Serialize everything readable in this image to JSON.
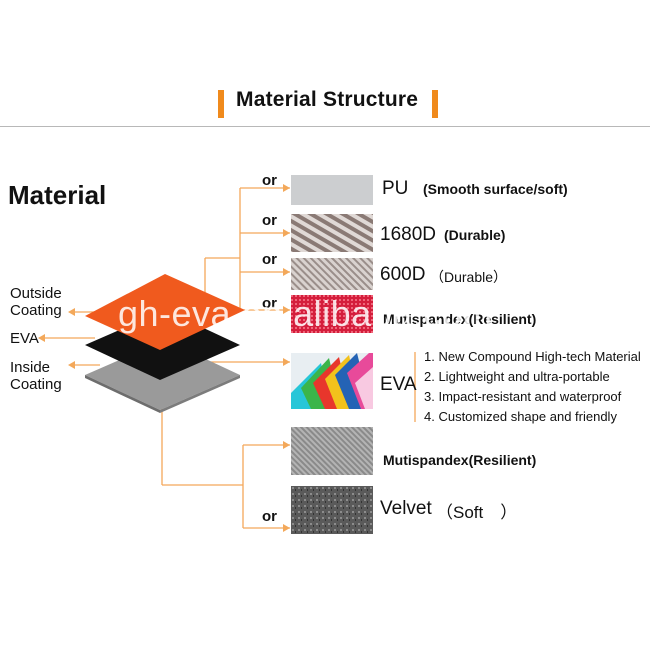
{
  "header": {
    "title": "Material  Structure"
  },
  "heading": "Material",
  "layers": [
    {
      "line1": "Outside",
      "line2": "Coating"
    },
    {
      "line1": "EVA",
      "line2": ""
    },
    {
      "line1": "Inside",
      "line2": "Coating"
    }
  ],
  "outside_options": [
    {
      "or": "or",
      "name": "PU",
      "desc": "(Smooth surface/soft)"
    },
    {
      "or": "or",
      "name": "1680D",
      "desc": "(Durable)"
    },
    {
      "or": "or",
      "name": "600D",
      "desc": "（Durable）"
    },
    {
      "or": "or",
      "name": "Mutispandex(Resilient)",
      "desc": ""
    }
  ],
  "eva": {
    "name": "EVA",
    "features": [
      "1. New Compound High-tech Material",
      "2. Lightweight and ultra-portable",
      "3. Impact-resistant and waterproof",
      "4. Customized shape and friendly"
    ]
  },
  "inside_options": [
    {
      "or": "",
      "name": "Mutispandex(Resilient)",
      "desc": ""
    },
    {
      "or": "or",
      "name": "Velvet",
      "desc": "（Soft　）"
    }
  ],
  "watermark": "gh-eva.en.alibaba.com",
  "colors": {
    "accent": "#f08a1c",
    "outside_layer": "#f05a1e",
    "eva_layer": "#111111",
    "inside_layer": "#9a9a9a",
    "connector": "#f3a85a"
  }
}
